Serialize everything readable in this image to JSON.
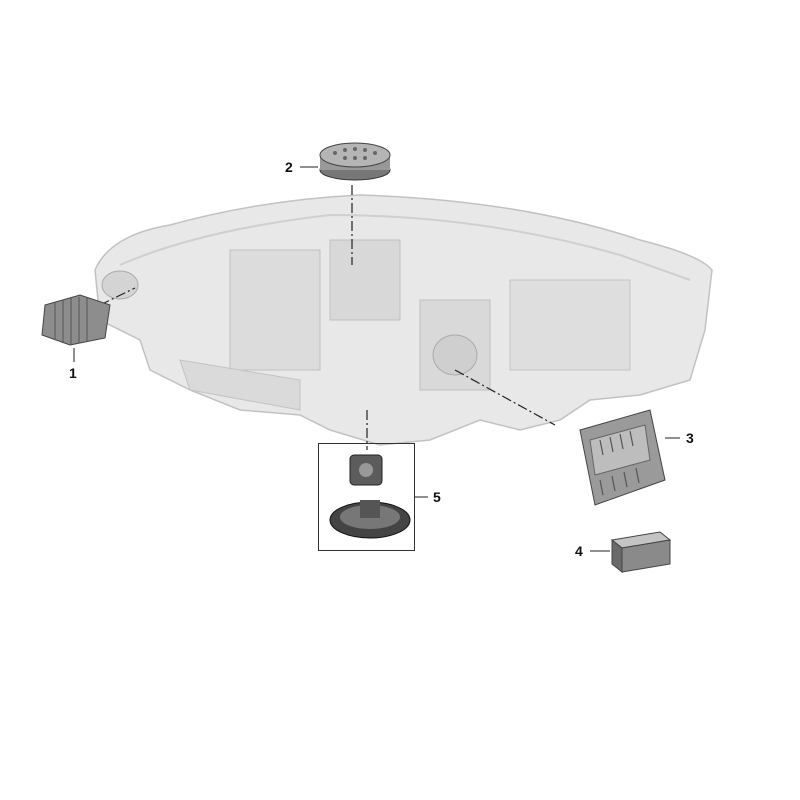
{
  "diagram": {
    "callouts": [
      {
        "number": "1",
        "part": "side-module"
      },
      {
        "number": "2",
        "part": "round-heatsink-module"
      },
      {
        "number": "3",
        "part": "control-unit"
      },
      {
        "number": "4",
        "part": "small-box-module"
      },
      {
        "number": "5",
        "part": "connector-kit"
      }
    ]
  },
  "colors": {
    "housing": "#e6e6e6",
    "housing_edge": "#bdbdbd",
    "part_dark": "#6b6b6b",
    "line": "#222222"
  }
}
